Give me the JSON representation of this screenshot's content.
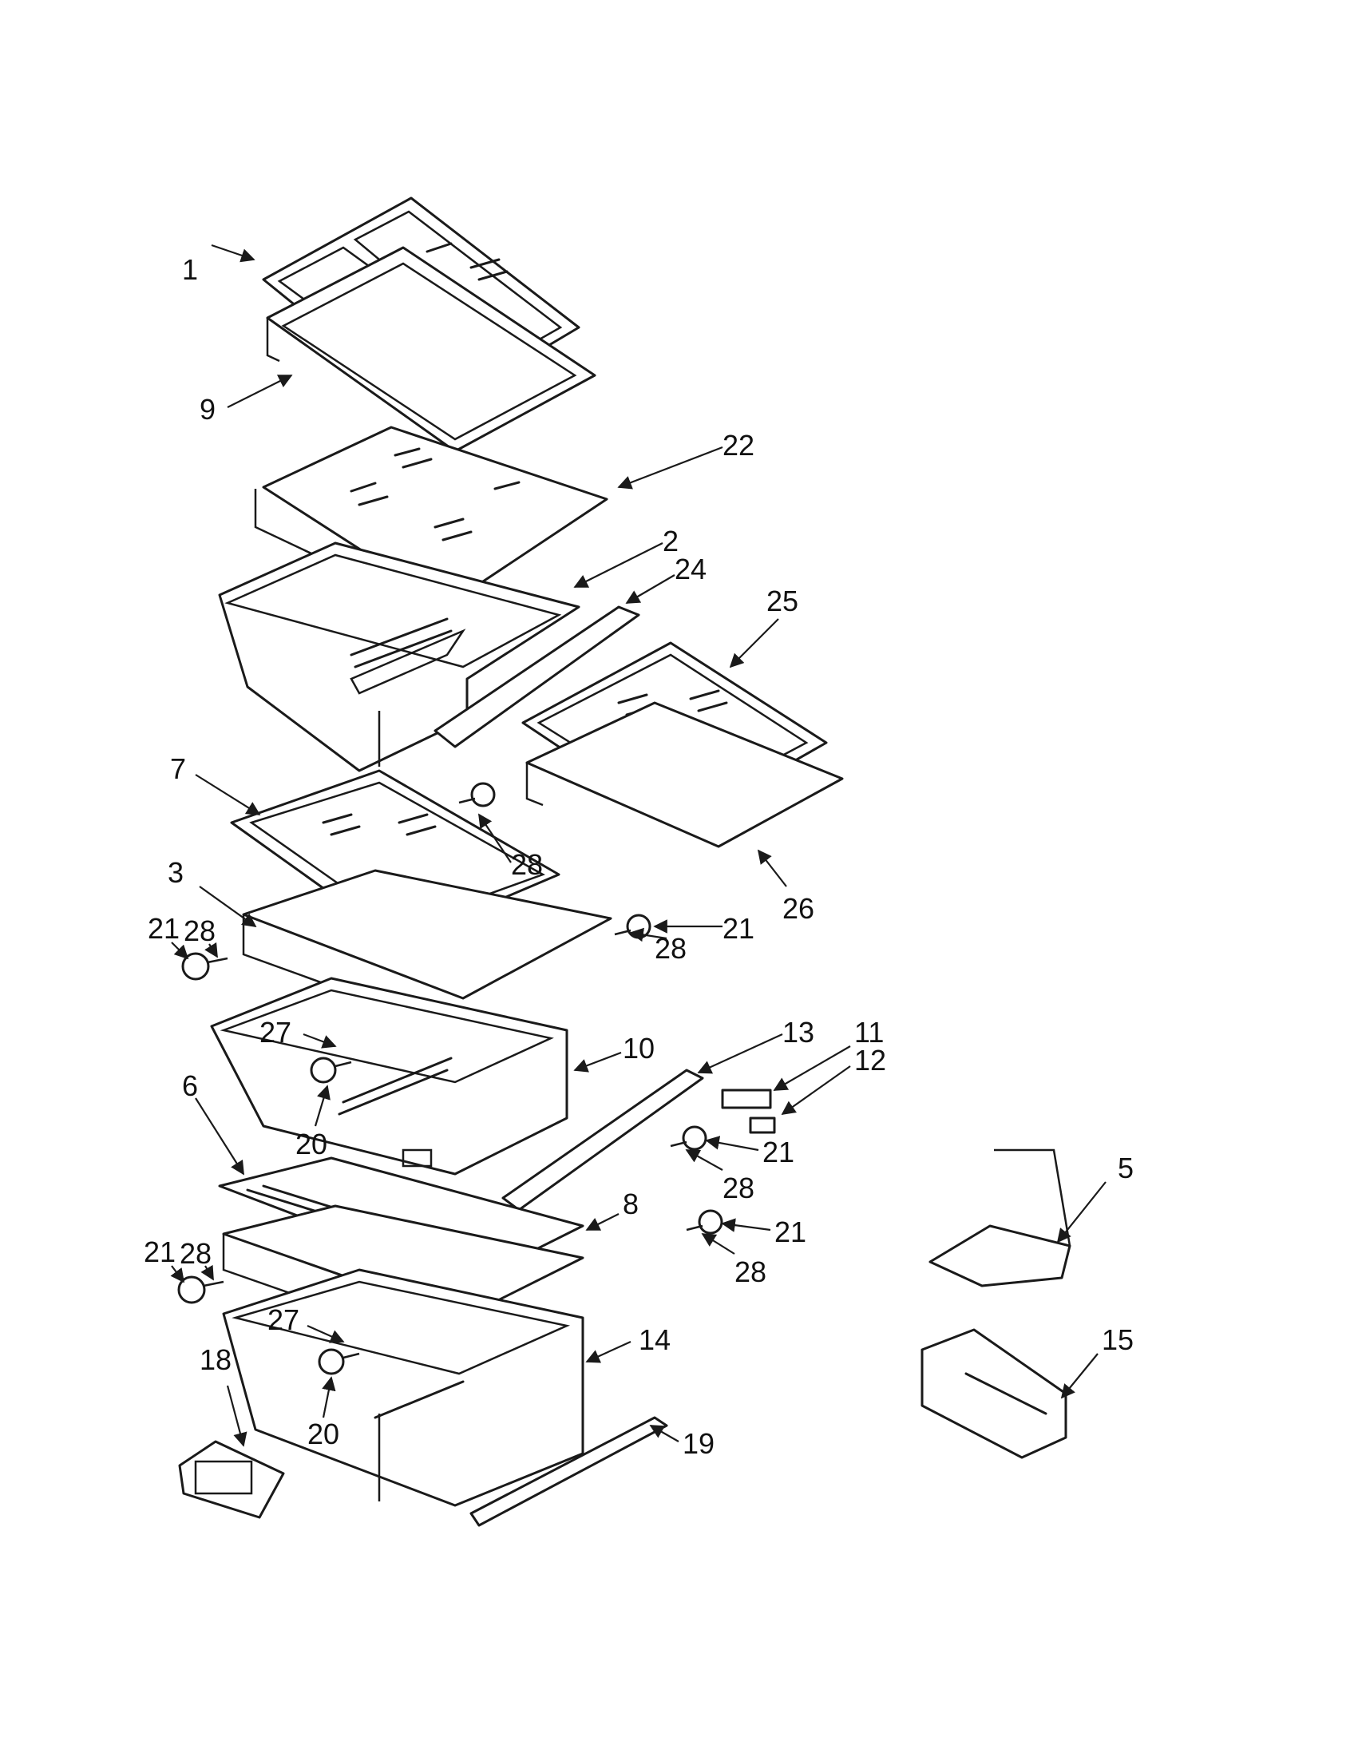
{
  "diagram": {
    "callouts": [
      {
        "id": "c1",
        "label": "1"
      },
      {
        "id": "c9",
        "label": "9"
      },
      {
        "id": "c22",
        "label": "22"
      },
      {
        "id": "c2",
        "label": "2"
      },
      {
        "id": "c24",
        "label": "24"
      },
      {
        "id": "c25",
        "label": "25"
      },
      {
        "id": "c7",
        "label": "7"
      },
      {
        "id": "c28a",
        "label": "28"
      },
      {
        "id": "c3",
        "label": "3"
      },
      {
        "id": "c21a",
        "label": "21"
      },
      {
        "id": "c28b",
        "label": "28"
      },
      {
        "id": "c21b",
        "label": "21"
      },
      {
        "id": "c28c",
        "label": "28"
      },
      {
        "id": "c26",
        "label": "26"
      },
      {
        "id": "c27a",
        "label": "27"
      },
      {
        "id": "c10",
        "label": "10"
      },
      {
        "id": "c13",
        "label": "13"
      },
      {
        "id": "c11",
        "label": "11"
      },
      {
        "id": "c12",
        "label": "12"
      },
      {
        "id": "c6",
        "label": "6"
      },
      {
        "id": "c20a",
        "label": "20"
      },
      {
        "id": "c21c",
        "label": "21"
      },
      {
        "id": "c28d",
        "label": "28"
      },
      {
        "id": "c5",
        "label": "5"
      },
      {
        "id": "c8",
        "label": "8"
      },
      {
        "id": "c21d",
        "label": "21"
      },
      {
        "id": "c28e",
        "label": "28"
      },
      {
        "id": "c21e",
        "label": "21"
      },
      {
        "id": "c28f",
        "label": "28"
      },
      {
        "id": "c27b",
        "label": "27"
      },
      {
        "id": "c14",
        "label": "14"
      },
      {
        "id": "c15",
        "label": "15"
      },
      {
        "id": "c18",
        "label": "18"
      },
      {
        "id": "c20b",
        "label": "20"
      },
      {
        "id": "c19",
        "label": "19"
      }
    ]
  }
}
